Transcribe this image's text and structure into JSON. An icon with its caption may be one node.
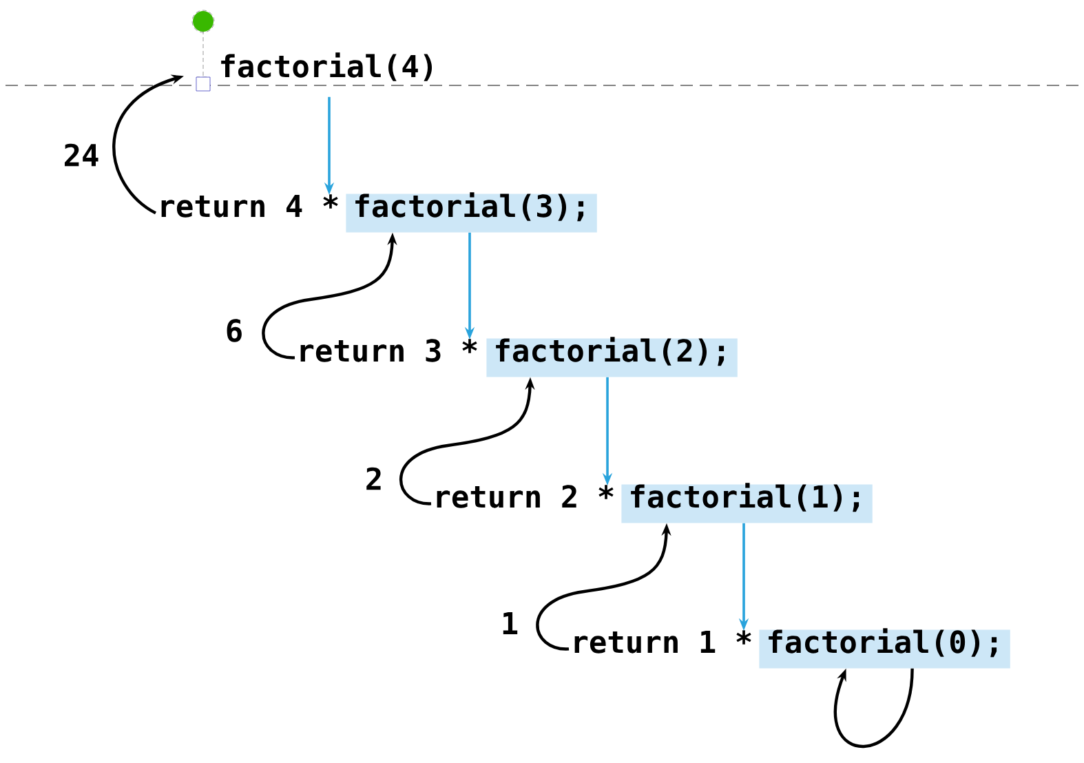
{
  "diagram": {
    "nodes": [
      {
        "text": [
          "factorial(4)"
        ]
      },
      {
        "text": [
          "return 4 *"
        ]
      },
      {
        "text": [
          "factorial(3);"
        ]
      },
      {
        "text": [
          "return 3 *"
        ]
      },
      {
        "text": [
          "factorial(2);"
        ]
      },
      {
        "text": [
          "return 2 *"
        ]
      },
      {
        "text": [
          "factorial(1);"
        ]
      },
      {
        "text": [
          "return 1 *"
        ]
      },
      {
        "text": [
          "factorial(0);"
        ]
      }
    ],
    "edges": [
      {
        "from": 0,
        "to": 1,
        "arrow": "to",
        "color": "#29a3dc"
      },
      {
        "from": 2,
        "to": 3,
        "arrow": "to",
        "color": "#29a3dc"
      },
      {
        "from": 4,
        "to": 5,
        "arrow": "to",
        "color": "#29a3dc"
      },
      {
        "from": 6,
        "to": 7,
        "arrow": "to",
        "color": "#29a3dc"
      },
      {
        "from": 1,
        "to": 0,
        "arrow": "to",
        "label": "24"
      },
      {
        "from": 3,
        "to": 2,
        "arrow": "to",
        "label": "6"
      },
      {
        "from": 5,
        "to": 4,
        "arrow": "to",
        "label": "2"
      },
      {
        "from": 7,
        "to": 6,
        "arrow": "to",
        "label": "1"
      },
      {
        "from": 8,
        "to": 8,
        "arrow": "to"
      }
    ]
  }
}
